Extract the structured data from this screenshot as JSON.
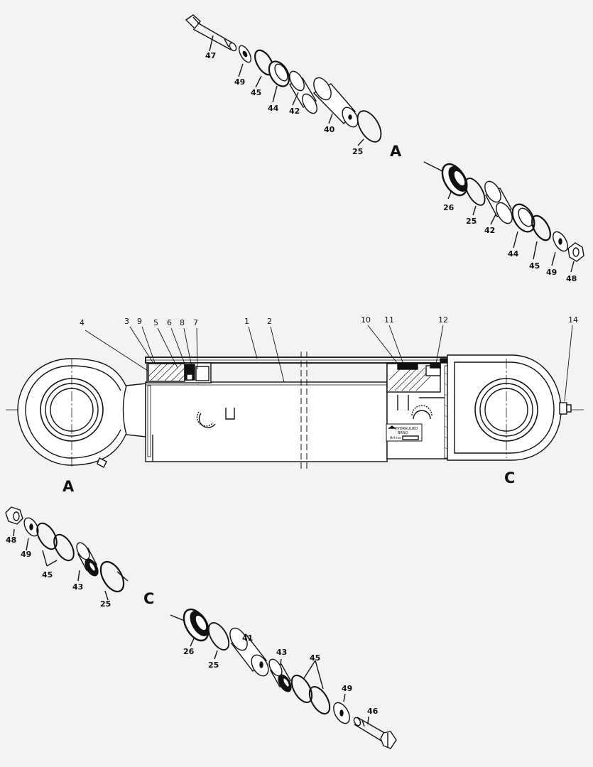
{
  "views": {
    "A": "A",
    "C": "C"
  },
  "callouts": {
    "p1": "1",
    "p2": "2",
    "p3": "3",
    "p4": "4",
    "p5": "5",
    "p6": "6",
    "p7": "7",
    "p8": "8",
    "p9": "9",
    "p10": "10",
    "p11": "11",
    "p12": "12",
    "p14": "14"
  },
  "exploded_A_upper": {
    "p47": "47",
    "p49": "49",
    "p45": "45",
    "p44": "44",
    "p42": "42",
    "p40": "40",
    "p25": "25"
  },
  "exploded_A_right": {
    "p26": "26",
    "p25": "25",
    "p42": "42",
    "p44": "44",
    "p45": "45",
    "p49": "49",
    "p48": "48"
  },
  "exploded_C_left": {
    "p48": "48",
    "p49": "49",
    "p45": "45",
    "p43": "43",
    "p25": "25"
  },
  "exploded_C_bottom": {
    "p26": "26",
    "p25": "25",
    "p41": "41",
    "p43": "43",
    "p45": "45",
    "p49": "49",
    "p46": "46"
  },
  "nameplate": {
    "brand": "HYDRAULIKO",
    "line2": "BRNO",
    "art": "Art.no"
  }
}
